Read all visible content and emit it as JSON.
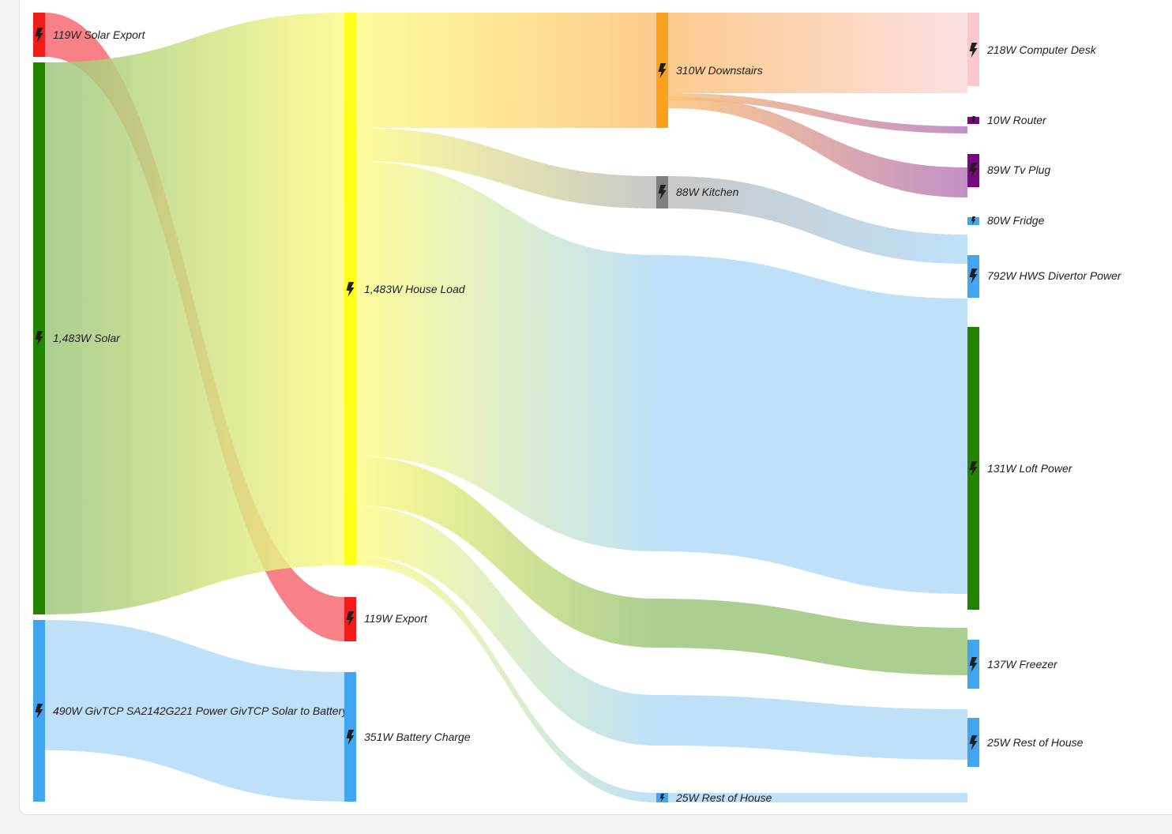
{
  "colors": {
    "red": "#f21b1b",
    "green": "#238400",
    "blue": "#42a5f0",
    "yellow": "#ffff1a",
    "orange": "#fca11e",
    "gray": "#7f7f7f",
    "pink": "#fbc9cd",
    "purple": "#7b067e",
    "lightblue_link": "#b3dcf8"
  },
  "nodes": [
    {
      "id": "solar_export",
      "label": "119W Solar Export",
      "color": "red",
      "icon": "lightning-bolt-icon"
    },
    {
      "id": "solar",
      "label": "1,483W Solar",
      "color": "green",
      "icon": "lightning-bolt-icon"
    },
    {
      "id": "battery_src",
      "label": "490W GivTCP SA2142G221 Power GivTCP Solar to Battery",
      "color": "blue",
      "icon": "lightning-bolt-icon"
    },
    {
      "id": "house_load",
      "label": "1,483W House Load",
      "color": "yellow",
      "icon": "lightning-bolt-icon"
    },
    {
      "id": "export",
      "label": "119W Export",
      "color": "red",
      "icon": "lightning-bolt-icon"
    },
    {
      "id": "battery_charge",
      "label": "351W Battery Charge",
      "color": "blue",
      "icon": "lightning-bolt-icon"
    },
    {
      "id": "downstairs",
      "label": "310W Downstairs",
      "color": "orange",
      "icon": "lightning-bolt-icon"
    },
    {
      "id": "kitchen",
      "label": "88W Kitchen",
      "color": "gray",
      "icon": "lightning-bolt-icon"
    },
    {
      "id": "rest_house_mid",
      "label": "25W Rest of House",
      "color": "blue",
      "icon": "lightning-bolt-icon"
    },
    {
      "id": "computer_desk",
      "label": "218W Computer Desk",
      "color": "pink",
      "icon": "lightning-bolt-icon"
    },
    {
      "id": "router",
      "label": "10W Router",
      "color": "purple",
      "icon": "lightning-bolt-icon"
    },
    {
      "id": "tv_plug",
      "label": "89W Tv Plug",
      "color": "purple",
      "icon": "lightning-bolt-icon"
    },
    {
      "id": "fridge",
      "label": "80W Fridge",
      "color": "blue",
      "icon": "lightning-bolt-icon"
    },
    {
      "id": "hws",
      "label": "792W HWS Divertor Power",
      "color": "blue",
      "icon": "flash-auto-icon"
    },
    {
      "id": "loft",
      "label": "131W Loft Power",
      "color": "green",
      "icon": "lightning-bolt-icon"
    },
    {
      "id": "freezer",
      "label": "137W Freezer",
      "color": "blue",
      "icon": "lightning-bolt-icon"
    },
    {
      "id": "rest_house",
      "label": "25W Rest of House",
      "color": "blue",
      "icon": "lightning-bolt-icon"
    }
  ],
  "links": [
    {
      "source": "solar_export",
      "target": "export"
    },
    {
      "source": "solar",
      "target": "house_load"
    },
    {
      "source": "battery_src",
      "target": "battery_charge"
    },
    {
      "source": "house_load",
      "target": "downstairs"
    },
    {
      "source": "house_load",
      "target": "kitchen"
    },
    {
      "source": "house_load",
      "target": "hws"
    },
    {
      "source": "house_load",
      "target": "loft"
    },
    {
      "source": "house_load",
      "target": "rest_house"
    },
    {
      "source": "house_load",
      "target": "rest_house_mid"
    },
    {
      "source": "downstairs",
      "target": "computer_desk"
    },
    {
      "source": "downstairs",
      "target": "router"
    },
    {
      "source": "downstairs",
      "target": "tv_plug"
    },
    {
      "source": "kitchen",
      "target": "fridge"
    }
  ]
}
